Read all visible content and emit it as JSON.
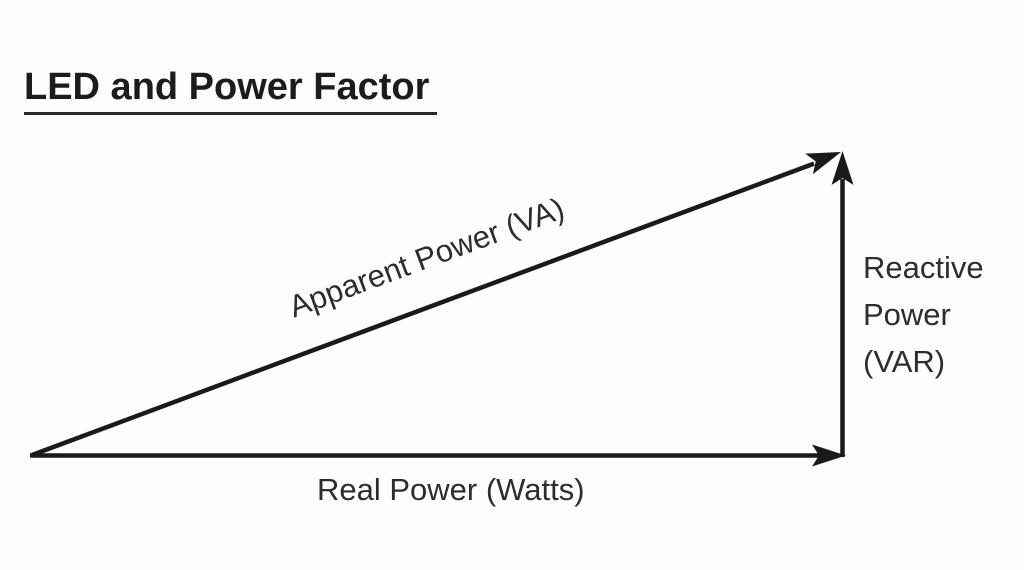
{
  "title": "LED and Power Factor",
  "diagram": {
    "type": "power-triangle",
    "labels": {
      "hypotenuse": "Apparent Power (VA)",
      "base": "Real Power (Watts)",
      "vertical": {
        "lines": [
          "Reactive",
          "Power",
          "(VAR)"
        ]
      }
    },
    "vectors": [
      {
        "name": "apparent-power",
        "direction": "up-right"
      },
      {
        "name": "real-power",
        "direction": "right"
      },
      {
        "name": "reactive-power",
        "direction": "up"
      }
    ]
  },
  "colors": {
    "ink": "#1a1a1a",
    "label_text": "#2d2d2d",
    "background": "#fdfdfd"
  }
}
